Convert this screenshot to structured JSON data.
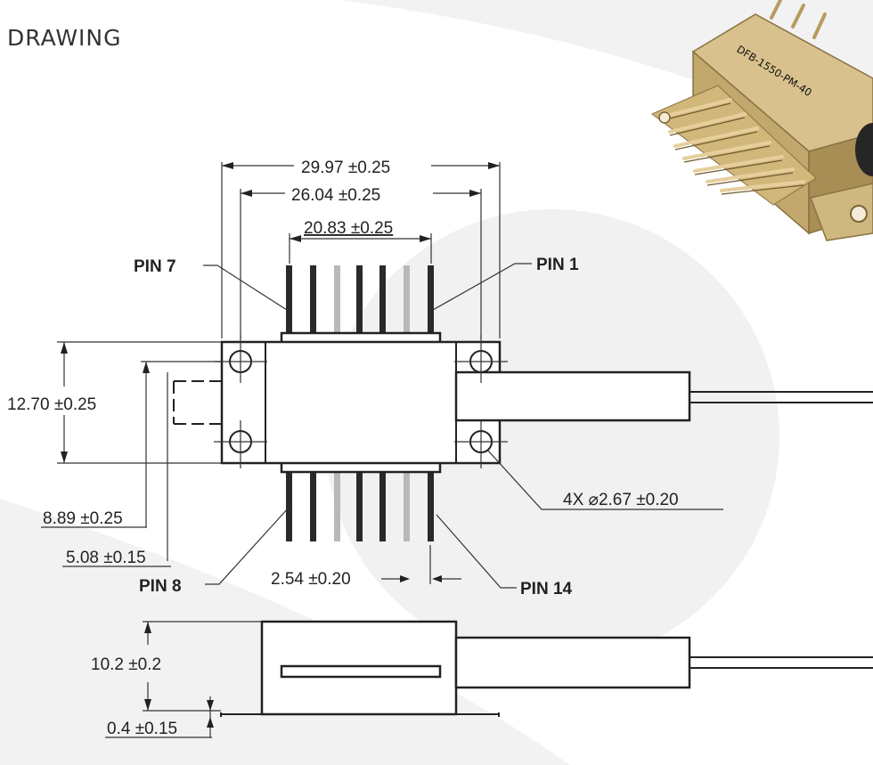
{
  "page": {
    "title": "DRAWING"
  },
  "product": {
    "label": "DFB-1550-PM-40"
  },
  "top_view": {
    "width_overall": "29.97 ±0.25",
    "width_holes": "26.04 ±0.25",
    "width_pins": "20.83 ±0.25",
    "height_overall": "12.70 ±0.25",
    "height_holes": "8.89 ±0.25",
    "height_slot": "5.08 ±0.15",
    "holes": "4X ⌀2.67 ±0.20",
    "pin_pitch": "2.54 ±0.20",
    "pin_labels": {
      "pin7": "PIN 7",
      "pin1": "PIN 1",
      "pin8": "PIN 8",
      "pin14": "PIN 14"
    }
  },
  "side_view": {
    "height": "10.2 ±0.2",
    "flange": "0.4 ±0.15"
  },
  "colors": {
    "background": "#ffffff",
    "swoosh": "#f1f1f1",
    "line": "#222222",
    "package": "#c9ad72"
  }
}
